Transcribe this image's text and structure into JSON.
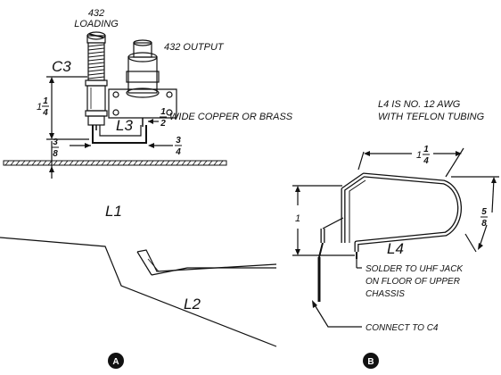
{
  "panel_a": {
    "loading_num": "432",
    "loading_word": "LOADING",
    "output_label": "432 OUTPUT",
    "c3_label": "C3",
    "dim_1_1_4_whole": "1",
    "dim_1_1_4_num": "1",
    "dim_1_1_4_den": "4",
    "l3_label": "L3",
    "strip_num": "1",
    "strip_den": "2",
    "strip_label": "WIDE COPPER OR BRASS",
    "dim_3_8_num": "3",
    "dim_3_8_den": "8",
    "dim_3_4_num": "3",
    "dim_3_4_den": "4",
    "l1_label": "L1",
    "l2_label": "L2",
    "badge": "A"
  },
  "panel_b": {
    "note_line1": "L4 IS NO. 12 AWG",
    "note_line2": "WITH TEFLON TUBING",
    "dim_top_whole": "1",
    "dim_top_num": "1",
    "dim_top_den": "4",
    "dim_side_num": "5",
    "dim_side_den": "8",
    "dim_height": "1",
    "l4_label": "L4",
    "solder_line1": "SOLDER TO UHF JACK",
    "solder_line2": "ON FLOOR OF UPPER",
    "solder_line3": "CHASSIS",
    "connect_label": "CONNECT TO C4",
    "badge": "B"
  }
}
